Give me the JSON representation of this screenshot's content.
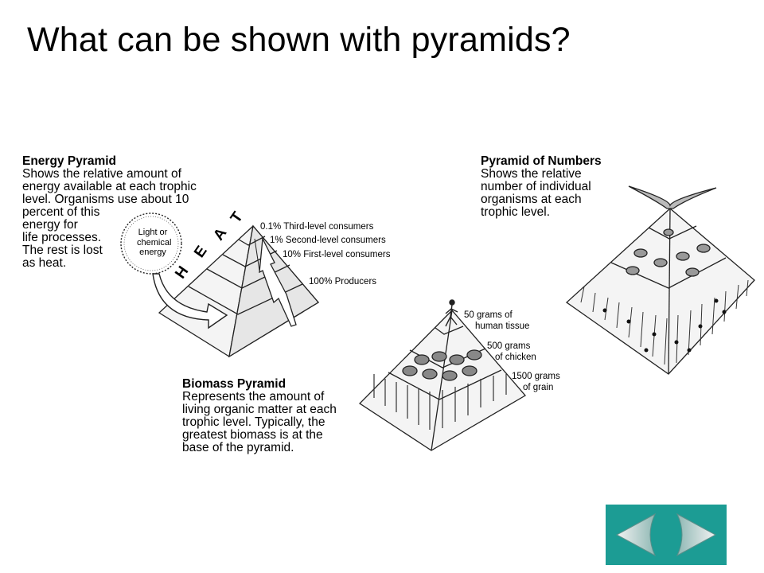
{
  "title": "What can be shown with pyramids?",
  "energy": {
    "heading": "Energy Pyramid",
    "lines": [
      "Shows the relative amount of",
      "energy available at each trophic",
      "level.  Organisms use about 10",
      "percent of this",
      "energy for",
      "life processes.",
      "The rest is lost",
      "as heat."
    ],
    "sun_label": [
      "Light or",
      "chemical",
      "energy"
    ],
    "heat_letters": [
      "H",
      "E",
      "A",
      "T"
    ],
    "levels": [
      "0.1% Third-level consumers",
      "1% Second-level consumers",
      "10% First-level consumers",
      "100% Producers"
    ]
  },
  "numbers": {
    "heading": "Pyramid of Numbers",
    "lines": [
      "Shows the relative",
      "number of individual",
      "organisms at each",
      "trophic level."
    ]
  },
  "biomass": {
    "heading": "Biomass Pyramid",
    "lines": [
      "Represents the amount of",
      "living organic matter at each",
      "trophic level.  Typically, the",
      "greatest biomass is at the",
      "base of the pyramid."
    ],
    "levels": [
      [
        "50 grams of",
        "human tissue"
      ],
      [
        "500 grams",
        "of chicken"
      ],
      [
        "1500 grams",
        "of grain"
      ]
    ]
  },
  "nav": {
    "prev_icon": "left-arrow-icon",
    "next_icon": "right-arrow-icon"
  }
}
